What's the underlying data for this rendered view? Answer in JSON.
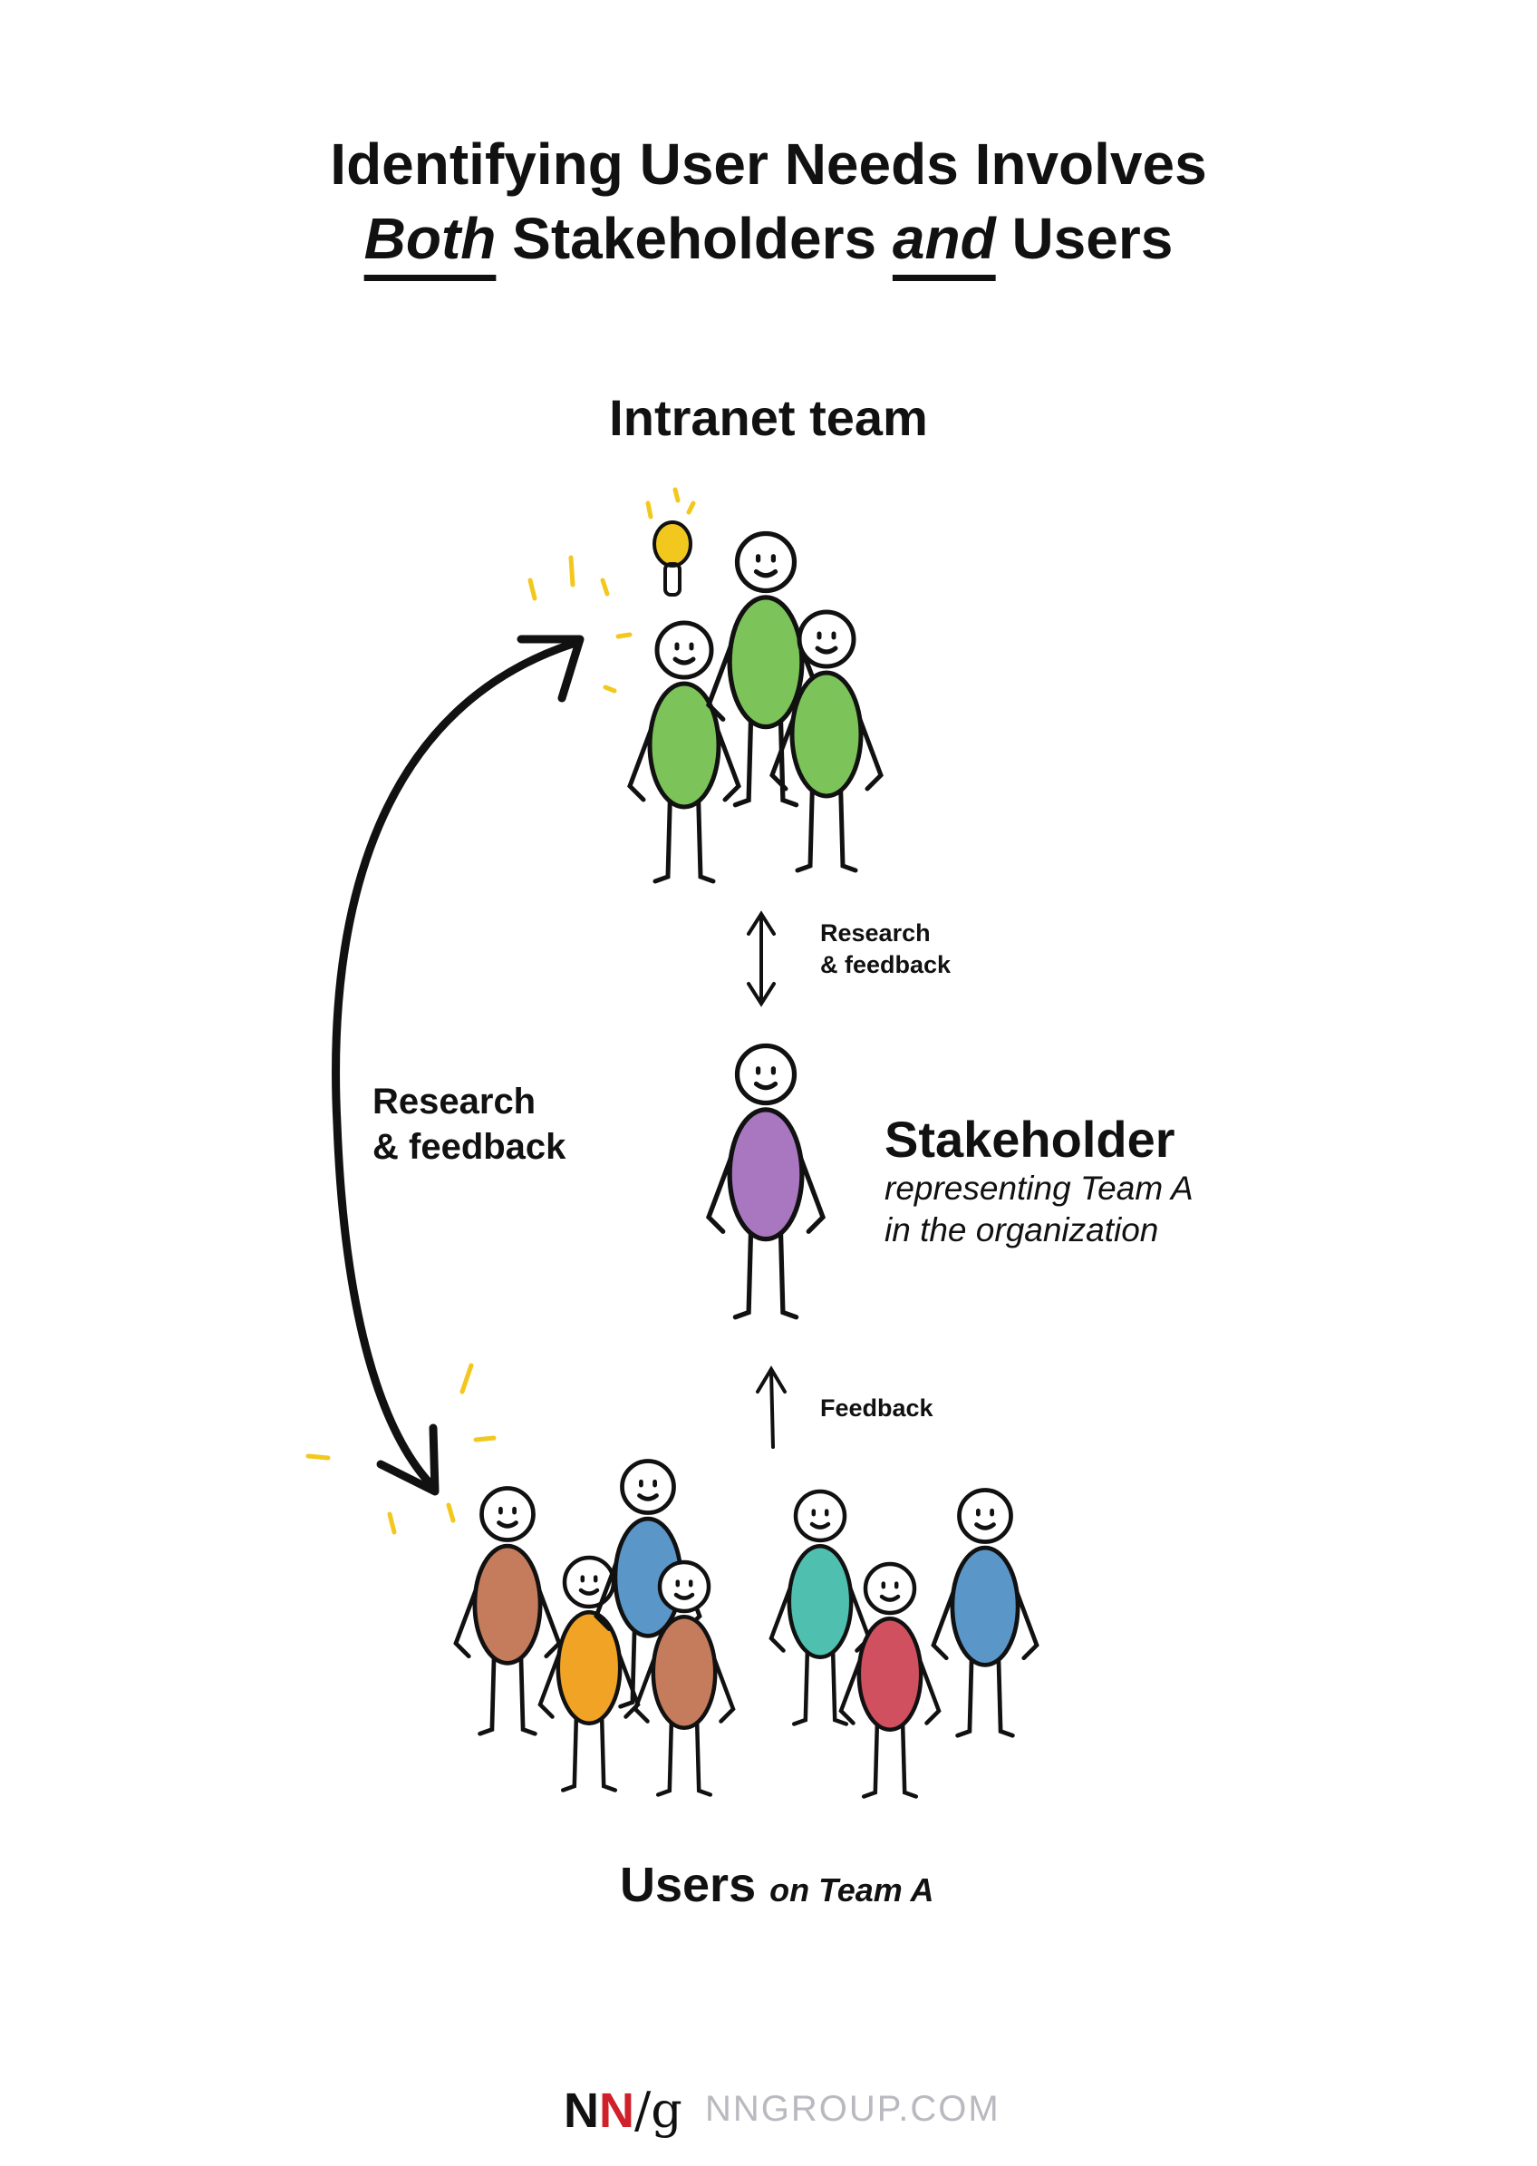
{
  "title": {
    "line1": "Identifying User Needs Involves",
    "both": "Both",
    "middle": " Stakeholders ",
    "and": "and",
    "end": " Users"
  },
  "intranet_label": "Intranet team",
  "research_feedback_small": {
    "line1": "Research",
    "line2": "& feedback"
  },
  "research_feedback_big": {
    "line1": "Research",
    "line2": "& feedback"
  },
  "stakeholder": {
    "title": "Stakeholder",
    "sub1": "representing Team A",
    "sub2": "in the organization"
  },
  "feedback_label": "Feedback",
  "users": {
    "title": "Users",
    "sub": "on Team A"
  },
  "footer": {
    "logo_n1": "N",
    "logo_n2": "N",
    "logo_slash": "/",
    "logo_g": "g",
    "site": "NNGROUP.COM"
  },
  "colors": {
    "green": "#7cc35a",
    "purple": "#a877bf",
    "brown": "#c47c5c",
    "orange": "#f0a324",
    "blue": "#5b96c8",
    "teal": "#4fc0b0",
    "red": "#d0505f",
    "yellow": "#f2c81e",
    "brand_red": "#d0202a"
  }
}
